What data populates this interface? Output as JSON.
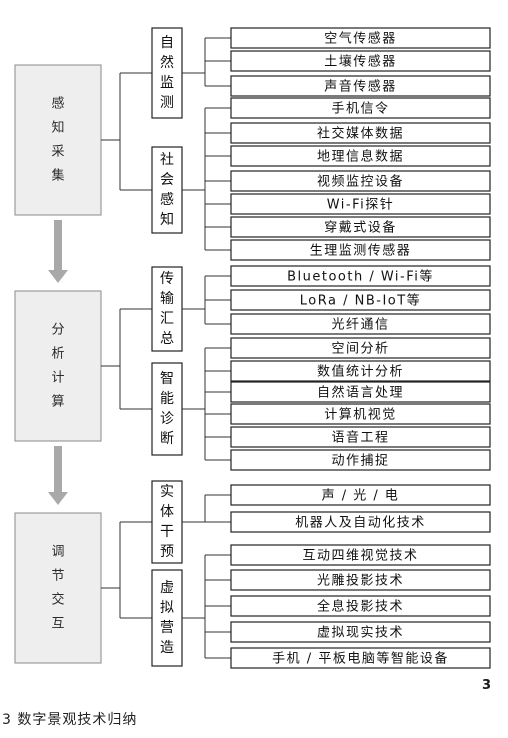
{
  "stages": [
    {
      "label": "感知采集",
      "groups": [
        {
          "label": "自然监测",
          "items": [
            "空气传感器",
            "土壤传感器",
            "声音传感器"
          ]
        },
        {
          "label": "社会感知",
          "items": [
            "手机信令",
            "社交媒体数据",
            "地理信息数据",
            "视频监控设备",
            "Wi-Fi探针",
            "穿戴式设备",
            "生理监测传感器"
          ]
        }
      ]
    },
    {
      "label": "分析计算",
      "groups": [
        {
          "label": "传输汇总",
          "items": [
            "Bluetooth / Wi-Fi等",
            "LoRa / NB-IoT等",
            "光纤通信"
          ]
        },
        {
          "label": "智能诊断",
          "items": [
            "空间分析",
            "数值统计分析",
            "自然语言处理",
            "计算机视觉",
            "语音工程",
            "动作捕捉"
          ]
        }
      ]
    },
    {
      "label": "调节交互",
      "groups": [
        {
          "label": "实体干预",
          "items": [
            "声 / 光 / 电",
            "机器人及自动化技术"
          ]
        },
        {
          "label": "虚拟营造",
          "items": [
            "互动四维视觉技术",
            "光雕投影技术",
            "全息投影技术",
            "虚拟现实技术",
            "手机 / 平板电脑等智能设备"
          ]
        }
      ]
    }
  ],
  "page_number": "3",
  "caption": "3 数字景观技术归纳"
}
